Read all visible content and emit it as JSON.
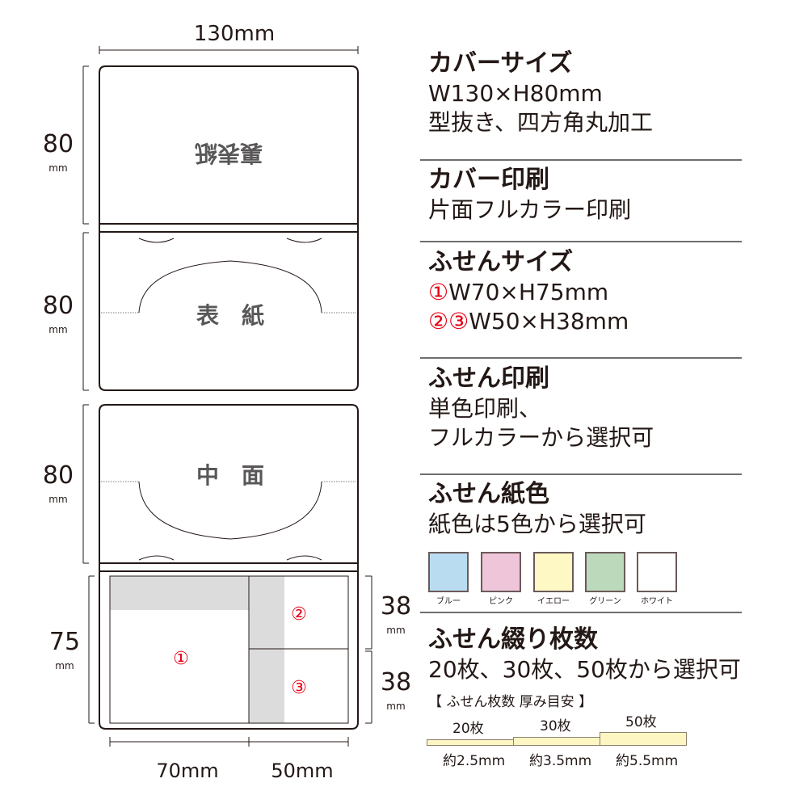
{
  "diagram": {
    "width_label": "130mm",
    "panel_height_label": "80",
    "panel_height_unit": "mm",
    "sticky_height_label": "75",
    "sticky_height_unit": "mm",
    "right_height_label": "38",
    "right_height_unit": "mm",
    "bottom_left_label": "70mm",
    "bottom_right_label": "50mm",
    "back_cover_label": "裏表紙",
    "front_cover_label": "表　紙",
    "inner_label": "中　面",
    "markers": [
      "①",
      "②",
      "③"
    ]
  },
  "specs": {
    "cover_size": {
      "title": "カバーサイズ",
      "lines": [
        "W130×H80mm",
        "型抜き、四方角丸加工"
      ]
    },
    "cover_print": {
      "title": "カバー印刷",
      "lines": [
        "片面フルカラー印刷"
      ]
    },
    "sticky_size": {
      "title": "ふせんサイズ",
      "marker1": "①",
      "line1": "W70×H75mm",
      "marker23": "②③",
      "line2": "W50×H38mm"
    },
    "sticky_print": {
      "title": "ふせん印刷",
      "lines": [
        "単色印刷、",
        "フルカラーから選択可"
      ]
    },
    "paper_color": {
      "title": "ふせん紙色",
      "lines": [
        "紙色は5色から選択可"
      ],
      "colors": [
        {
          "label": "ブルー",
          "hex": "#b9dcf0"
        },
        {
          "label": "ピンク",
          "hex": "#efc5da"
        },
        {
          "label": "イエロー",
          "hex": "#fef9c4"
        },
        {
          "label": "グリーン",
          "hex": "#bcdabb"
        },
        {
          "label": "ホワイト",
          "hex": "#ffffff"
        }
      ]
    },
    "sheet_count": {
      "title": "ふせん綴り枚数",
      "lines": [
        "20枚、30枚、50枚から選択可"
      ],
      "thickness_heading": "【 ふせん枚数 厚み目安 】",
      "items": [
        {
          "count": "20枚",
          "thickness": "約2.5mm"
        },
        {
          "count": "30枚",
          "thickness": "約3.5mm"
        },
        {
          "count": "50枚",
          "thickness": "約5.5mm"
        }
      ]
    }
  }
}
